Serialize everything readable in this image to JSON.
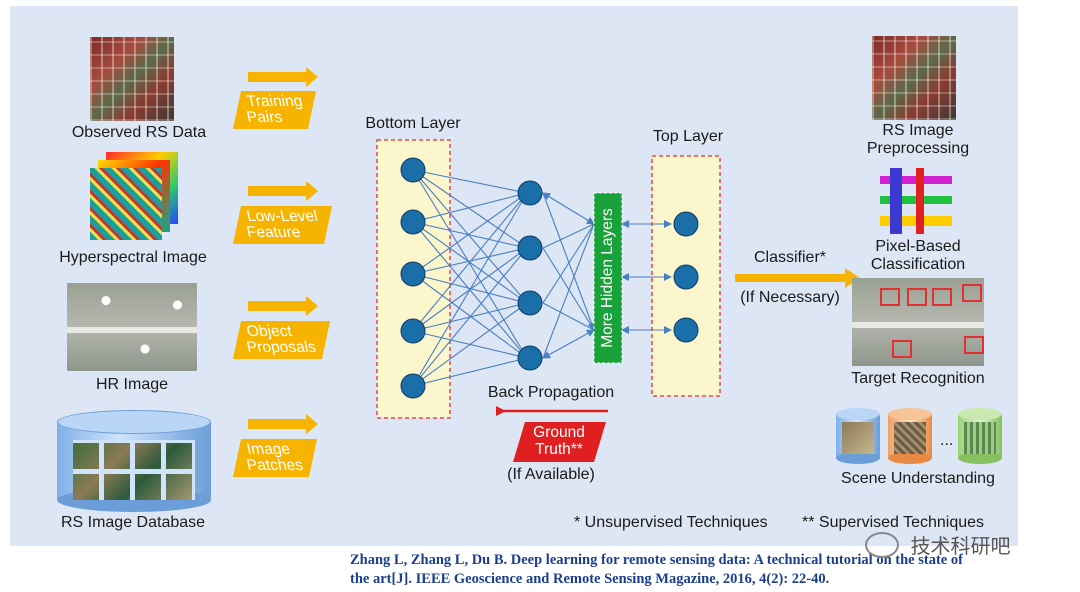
{
  "inputs": [
    {
      "label": "Observed RS Data"
    },
    {
      "label": "Hyperspectral Image"
    },
    {
      "label": "HR Image"
    },
    {
      "label": "RS Image Database"
    }
  ],
  "tags": [
    {
      "line1": "Training",
      "line2": "Pairs"
    },
    {
      "line1": "Low-Level",
      "line2": "Feature"
    },
    {
      "line1": "Object",
      "line2": "Proposals"
    },
    {
      "line1": "Image",
      "line2": "Patches"
    }
  ],
  "network": {
    "bottom_layer": "Bottom Layer",
    "top_layer": "Top Layer",
    "hidden": "More Hidden Layers",
    "back_propagation": "Back Propagation",
    "ground_truth_l1": "Ground",
    "ground_truth_l2": "Truth**",
    "if_available": "(If Available)"
  },
  "classifier": {
    "line1": "Classifier*",
    "line2": "(If Necessary)"
  },
  "outputs": [
    {
      "line1": "RS Image",
      "line2": "Preprocessing"
    },
    {
      "line1": "Pixel-Based",
      "line2": "Classification"
    },
    {
      "line1": "Target Recognition",
      "line2": ""
    },
    {
      "line1": "Scene Understanding",
      "line2": ""
    }
  ],
  "footnotes": {
    "unsupervised": "* Unsupervised Techniques",
    "supervised": "** Supervised Techniques"
  },
  "citation": {
    "line1": "Zhang L, Zhang L, Du B. Deep learning for remote sensing data: A technical tutorial on the state of",
    "line2": "the art[J]. IEEE Geoscience and Remote Sensing Magazine, 2016, 4(2): 22-40."
  },
  "watermark": "技术科研吧",
  "colors": {
    "panel": "#dde6f4",
    "node": "#1b6fa8",
    "tag": "#f6b400",
    "hidden": "#1aa23a",
    "ground": "#e02020",
    "citation": "#1b3f8c"
  }
}
